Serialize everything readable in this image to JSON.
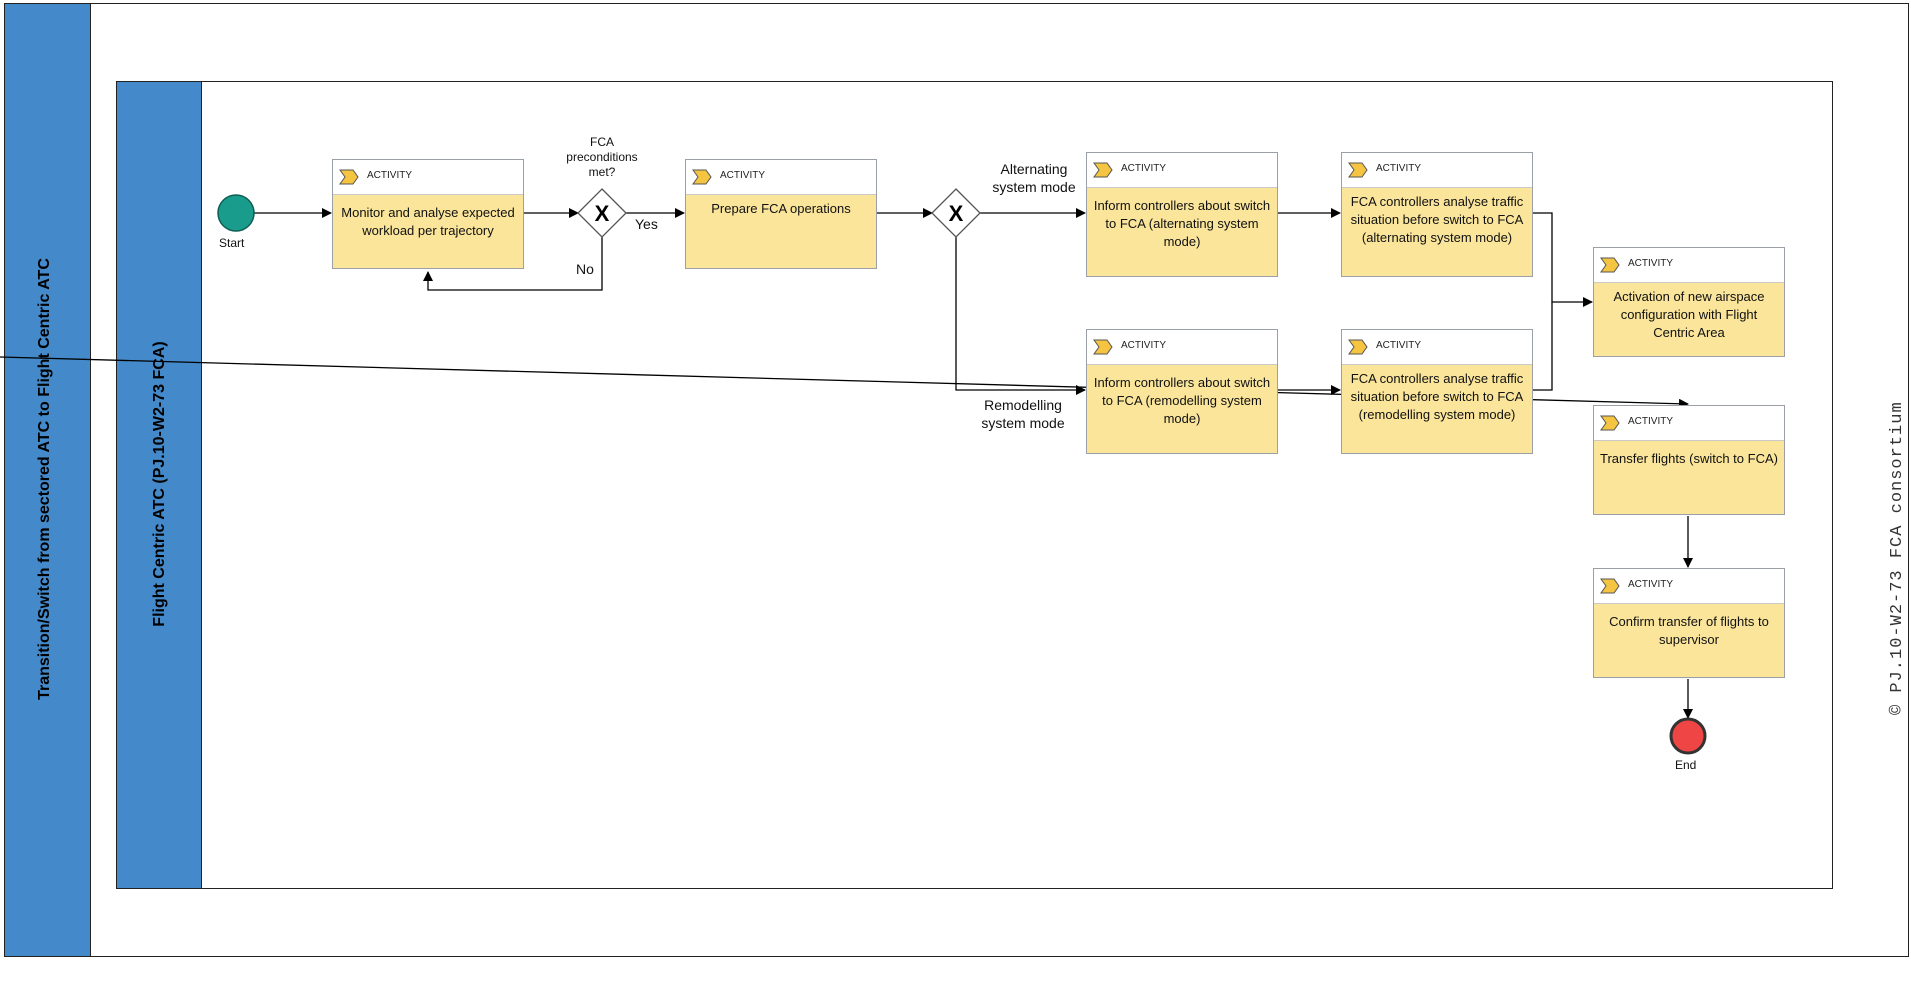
{
  "pool": {
    "title": "Transition/Switch from sectored ATC to Flight Centric ATC"
  },
  "lane": {
    "title": "Flight Centric ATC (PJ.10-W2-73 FCA)"
  },
  "task_kind": "ACTIVITY",
  "events": {
    "start_label": "Start",
    "end_label": "End"
  },
  "gateways": {
    "g1_label": "FCA preconditions met?",
    "yes_label": "Yes",
    "no_label": "No",
    "alternating_label": "Alternating system mode",
    "remodelling_label": "Remodelling system mode"
  },
  "tasks": [
    {
      "text": "Monitor and analyse expected workload per trajectory"
    },
    {
      "text": "Prepare FCA operations"
    },
    {
      "text": "Inform controllers about switch to FCA (alternating system mode)"
    },
    {
      "text": "FCA controllers analyse traffic situation before switch to FCA (alternating system mode)"
    },
    {
      "text": "Inform controllers about switch to FCA (remodelling system mode)"
    },
    {
      "text": "FCA controllers analyse traffic situation before switch to FCA (remodelling system mode)"
    },
    {
      "text": "Activation of new airspace configuration with Flight Centric Area"
    },
    {
      "text": "Transfer flights (switch to FCA)"
    },
    {
      "text": "Confirm transfer of flights to supervisor"
    }
  ],
  "copyright": "© PJ.10-W2-73 FCA consortium",
  "colors": {
    "header_blue": "#4489c9",
    "task_fill": "#fae59b",
    "start_event": "#1a9c8c",
    "end_event": "#f04545"
  }
}
